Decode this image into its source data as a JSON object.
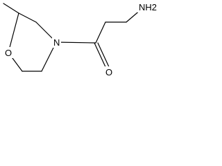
{
  "molecule": {
    "atoms": {
      "amine": "NH2",
      "ring_nitrogen": "N",
      "ring_oxygen": "O",
      "carbonyl_oxygen": "O"
    },
    "colors": {
      "bond": "#000000",
      "label": "#000000",
      "background": "#ffffff"
    }
  }
}
